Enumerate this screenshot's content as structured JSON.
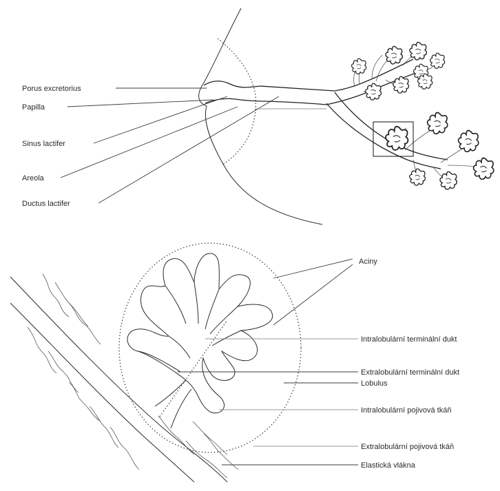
{
  "top_labels": {
    "porus": "Porus excretorius",
    "papilla": "Papilla",
    "sinus": "Sinus lactifer",
    "areola": "Areola",
    "ductus": "Ductus lactifer"
  },
  "bottom_labels": {
    "aciny": "Aciny",
    "intralob_dukt": "Intralobulární terminální dukt",
    "extralob_dukt": "Extralobulární terminální dukt",
    "lobulus": "Lobulus",
    "intralob_tkan": "Intralobulární pojivová tkáň",
    "extralob_tkan": "Extralobulární pojivová tkáň",
    "elasticka": "Elastická vlákna"
  }
}
